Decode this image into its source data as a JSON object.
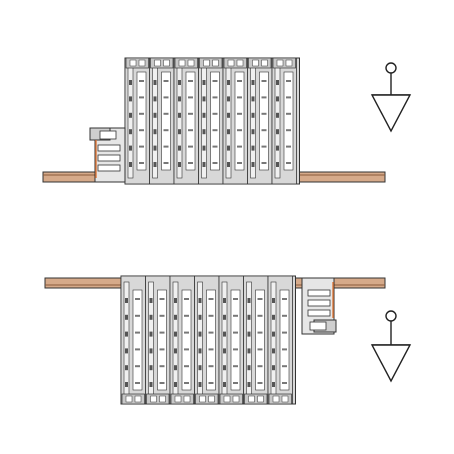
{
  "diagram": {
    "assemblies": [
      {
        "id": "top",
        "module_count": 7,
        "orientation": "upright",
        "coupler_side": "left"
      },
      {
        "id": "bottom",
        "module_count": 7,
        "orientation": "inverted",
        "coupler_side": "right"
      }
    ],
    "symbols": [
      {
        "id": "top-arrow",
        "icon": "down-arrow-with-circle-icon"
      },
      {
        "id": "bottom-arrow",
        "icon": "down-arrow-with-circle-icon"
      }
    ],
    "colors": {
      "rail": "#d6aa8a",
      "rail_dark": "#8a5a3a",
      "module_fill": "#d8d8d8",
      "module_light": "#f0f0f0",
      "outline": "#333333",
      "slot": "#ffffff",
      "wire": "#e07a3a"
    }
  }
}
